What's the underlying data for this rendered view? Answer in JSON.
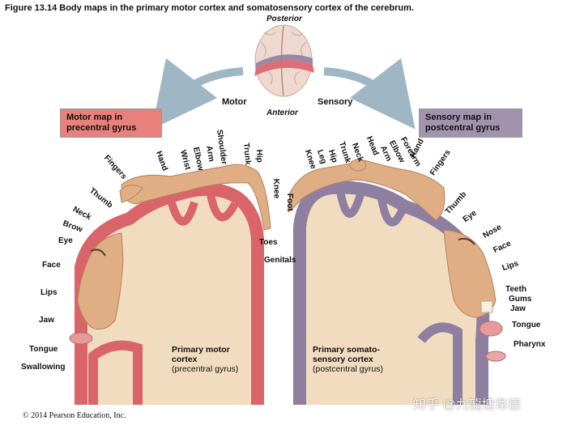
{
  "figure": {
    "title": "Figure 13.14  Body maps in the primary motor cortex and somatosensory cortex of the cerebrum."
  },
  "orientation": {
    "posterior": "Posterior",
    "anterior": "Anterior"
  },
  "top_labels": {
    "motor": "Motor",
    "sensory": "Sensory"
  },
  "boxes": {
    "motor": [
      "Motor map in",
      "precentral gyrus"
    ],
    "sensory": [
      "Sensory map in",
      "postcentral gyrus"
    ]
  },
  "motor_parts": {
    "fingers": "Fingers",
    "hand": "Hand",
    "wrist": "Wrist",
    "elbow": "Elbow",
    "arm": "Arm",
    "shoulder": "Shoulder",
    "trunk": "Trunk",
    "hip": "Hip",
    "knee": "Knee",
    "thumb": "Thumb",
    "neck": "Neck",
    "brow": "Brow",
    "eye": "Eye",
    "face": "Face",
    "lips": "Lips",
    "jaw": "Jaw",
    "tongue": "Tongue",
    "swallowing": "Swallowing"
  },
  "center_parts": {
    "foot": "Foot",
    "toes": "Toes",
    "genitals": "Genitals"
  },
  "sensory_parts": {
    "knee": "Knee",
    "leg": "Leg",
    "hip": "Hip",
    "trunk": "Trunk",
    "neck": "Neck",
    "head": "Head",
    "arm": "Arm",
    "elbow": "Elbow",
    "forearm": "Forearm",
    "hand": "Hand",
    "fingers": "Fingers",
    "thumb": "Thumb",
    "eye": "Eye",
    "nose": "Nose",
    "face": "Face",
    "lips": "Lips",
    "teeth": "Teeth",
    "gums": "Gums",
    "jaw": "Jaw",
    "tongue": "Tongue",
    "pharynx": "Pharynx"
  },
  "cortex_labels": {
    "motor": {
      "line1": "Primary motor",
      "line2": "cortex",
      "line3": "(precentral gyrus)"
    },
    "sensory": {
      "line1": "Primary somato-",
      "line2": "sensory cortex",
      "line3": "(postcentral gyrus)"
    }
  },
  "footer": {
    "copyright": "© 2014 Pearson Education, Inc.",
    "watermark": "知乎 @九龍塘韋德"
  },
  "colors": {
    "motor_box": "#e8817b",
    "sensory_box": "#a193ae",
    "motor_cortex": "#d9646a",
    "sensory_cortex": "#8e7fa0",
    "white_matter": "#f2dcc0",
    "body_skin": "#dfae84",
    "arrow": "#9fb6c4"
  }
}
